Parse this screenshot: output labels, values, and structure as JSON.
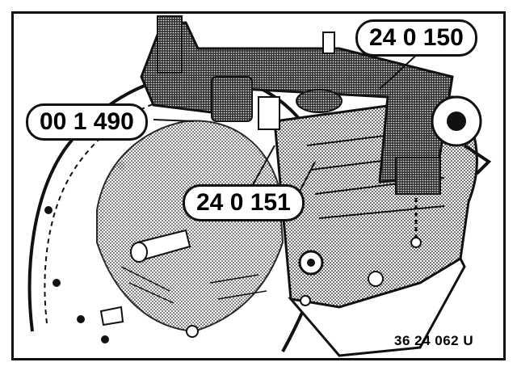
{
  "callouts": {
    "tool_240150": "24 0 150",
    "tool_001490": "00 1 490",
    "tool_240151": "24 0 151"
  },
  "figure_code": "36 24 062 U",
  "colors": {
    "ink": "#111111",
    "paper": "#ffffff",
    "shade": "#555555"
  }
}
